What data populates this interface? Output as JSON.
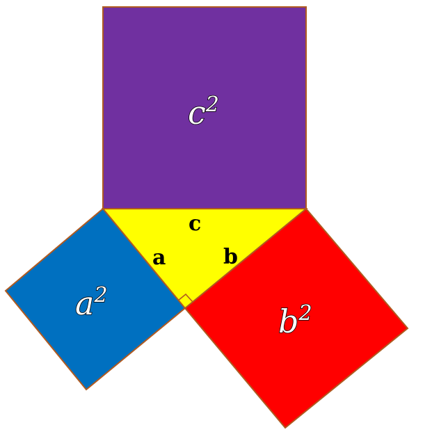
{
  "colors": {
    "triangle": "#ffff00",
    "square_c": "#7030a0",
    "square_a": "#0070c0",
    "square_b": "#ff0000",
    "outline": "#b05a20"
  },
  "squares": {
    "c": {
      "base": "c",
      "exponent": "2"
    },
    "a": {
      "base": "a",
      "exponent": "2"
    },
    "b": {
      "base": "b",
      "exponent": "2"
    }
  },
  "sides": {
    "a": "a",
    "b": "b",
    "c": "c"
  }
}
